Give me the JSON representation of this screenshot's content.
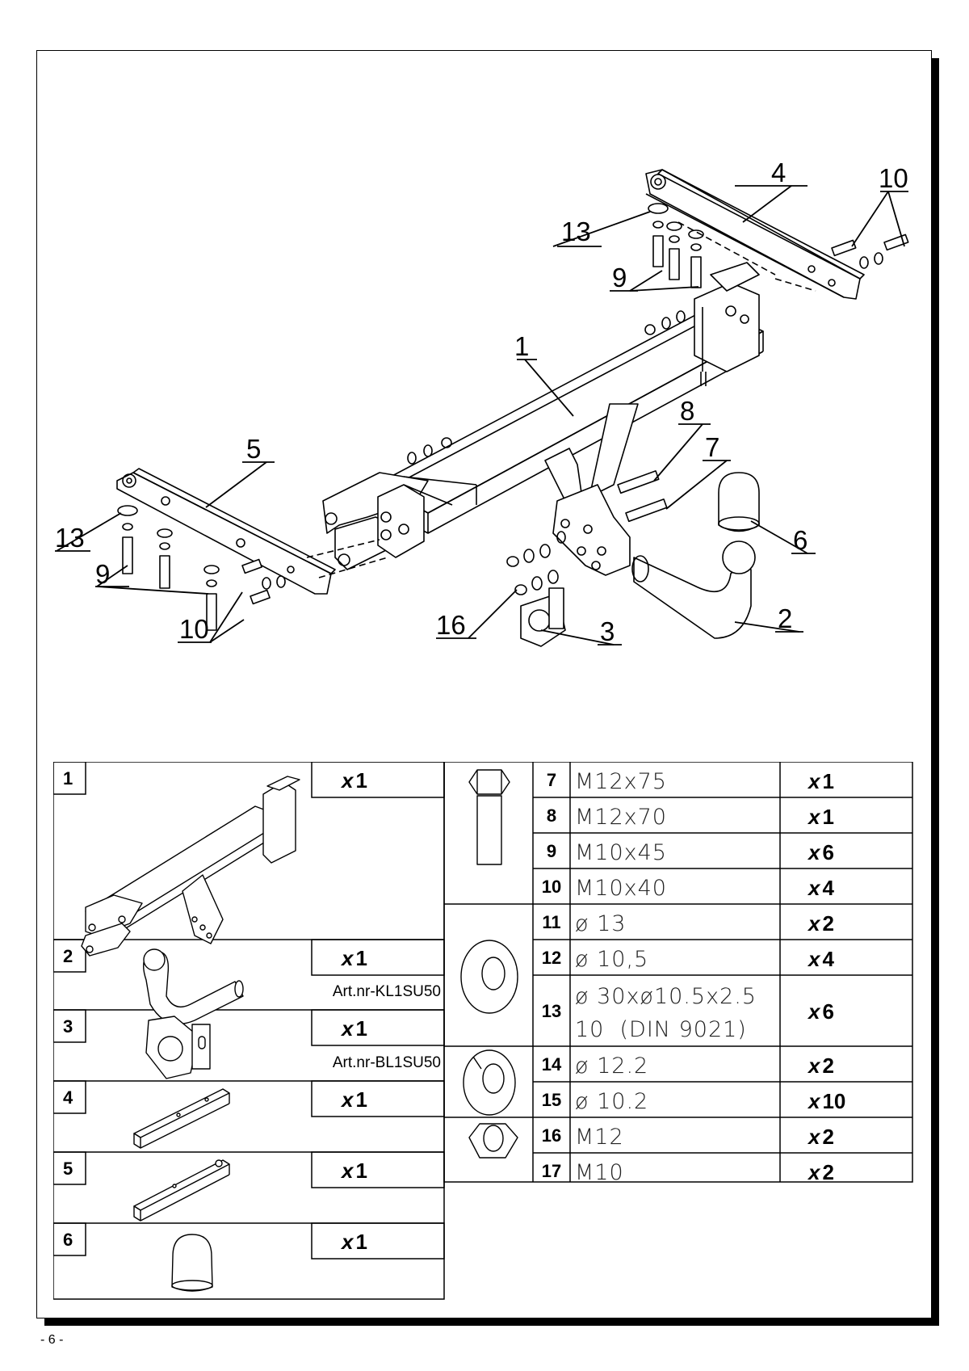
{
  "page_number": "- 6 -",
  "callouts": {
    "c1": "1",
    "c2": "2",
    "c3": "3",
    "c4": "4",
    "c5": "5",
    "c6": "6",
    "c7": "7",
    "c8": "8",
    "c9a": "9",
    "c9b": "9",
    "c10a": "10",
    "c10b": "10",
    "c13a": "13",
    "c13b": "13",
    "c16": "16"
  },
  "parts_left": [
    {
      "num": "1",
      "qty_x": "x",
      "qty": "1",
      "art": ""
    },
    {
      "num": "2",
      "qty_x": "x",
      "qty": "1",
      "art": "Art.nr-KL1SU50"
    },
    {
      "num": "3",
      "qty_x": "x",
      "qty": "1",
      "art": "Art.nr-BL1SU50"
    },
    {
      "num": "4",
      "qty_x": "x",
      "qty": "1",
      "art": ""
    },
    {
      "num": "5",
      "qty_x": "x",
      "qty": "1",
      "art": ""
    },
    {
      "num": "6",
      "qty_x": "x",
      "qty": "1",
      "art": ""
    }
  ],
  "parts_right": [
    {
      "num": "7",
      "spec": "M12x75",
      "qty_x": "x",
      "qty": "1"
    },
    {
      "num": "8",
      "spec": "M12x70",
      "qty_x": "x",
      "qty": "1"
    },
    {
      "num": "9",
      "spec": "M10x45",
      "qty_x": "x",
      "qty": "6"
    },
    {
      "num": "10",
      "spec": "M10x40",
      "qty_x": "x",
      "qty": "4"
    },
    {
      "num": "11",
      "spec": "ø 13",
      "qty_x": "x",
      "qty": "2"
    },
    {
      "num": "12",
      "spec": "ø 10,5",
      "qty_x": "x",
      "qty": "4"
    },
    {
      "num": "13",
      "spec": "ø 30xø10.5x2.5",
      "spec2": "10  (DIN 9021)",
      "qty_x": "x",
      "qty": "6"
    },
    {
      "num": "14",
      "spec": "ø 12.2",
      "qty_x": "x",
      "qty": "2"
    },
    {
      "num": "15",
      "spec": "ø 10.2",
      "qty_x": "x",
      "qty": "10"
    },
    {
      "num": "16",
      "spec": "M12",
      "qty_x": "x",
      "qty": "2"
    },
    {
      "num": "17",
      "spec": "M10",
      "qty_x": "x",
      "qty": "2"
    }
  ]
}
